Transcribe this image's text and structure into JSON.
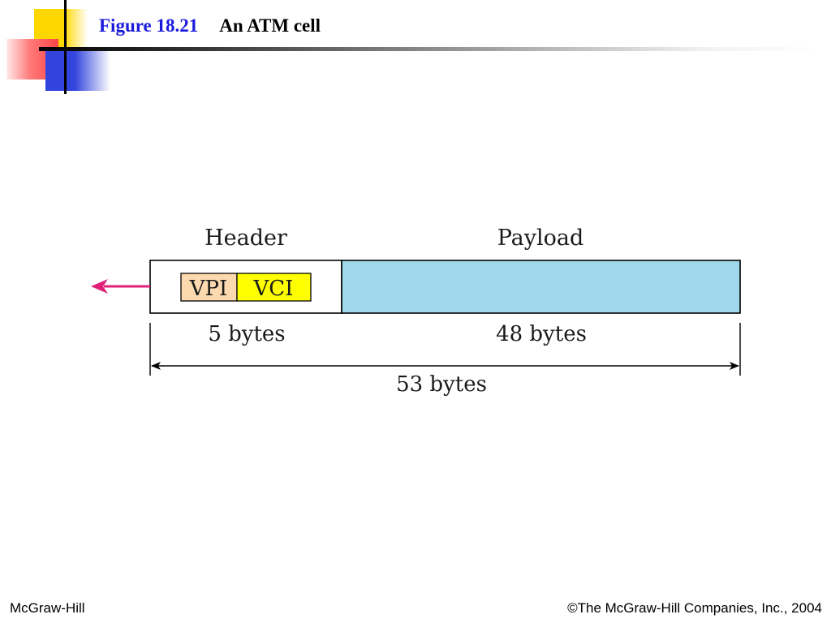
{
  "title": {
    "figure_number": "Figure 18.21",
    "caption": "An ATM cell"
  },
  "diagram": {
    "header_label": "Header",
    "payload_label": "Payload",
    "vpi_label": "VPI",
    "vci_label": "VCI",
    "header_size": "5 bytes",
    "payload_size": "48 bytes",
    "total_size": "53 bytes"
  },
  "footer": {
    "publisher": "McGraw-Hill",
    "copyright": "©The McGraw-Hill Companies, Inc., 2004"
  },
  "colors": {
    "title_accent": "#1a1adc",
    "payload_fill": "#9ed8ea",
    "vpi_fill": "#fcd9ae",
    "vci_fill": "#ffff00",
    "arrow": "#e0207a"
  }
}
